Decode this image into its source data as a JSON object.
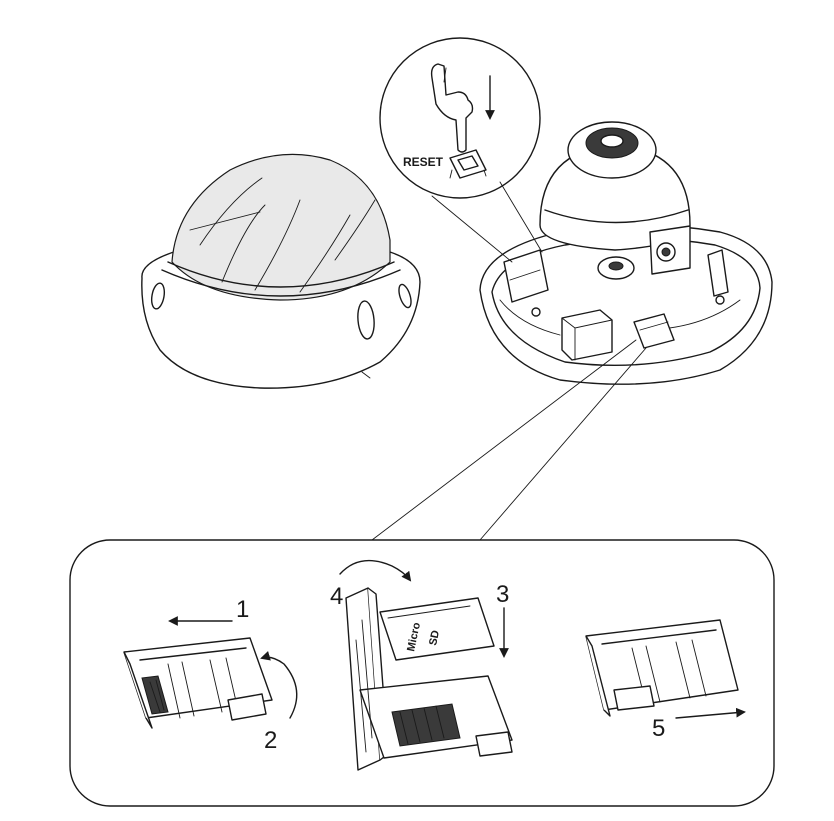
{
  "reset_callout": {
    "label": "RESET"
  },
  "steps": [
    {
      "number": "1"
    },
    {
      "number": "2"
    },
    {
      "number": "3"
    },
    {
      "number": "4"
    },
    {
      "number": "5"
    }
  ],
  "microsd_card": {
    "line1": "Micro",
    "line2": "SD"
  }
}
